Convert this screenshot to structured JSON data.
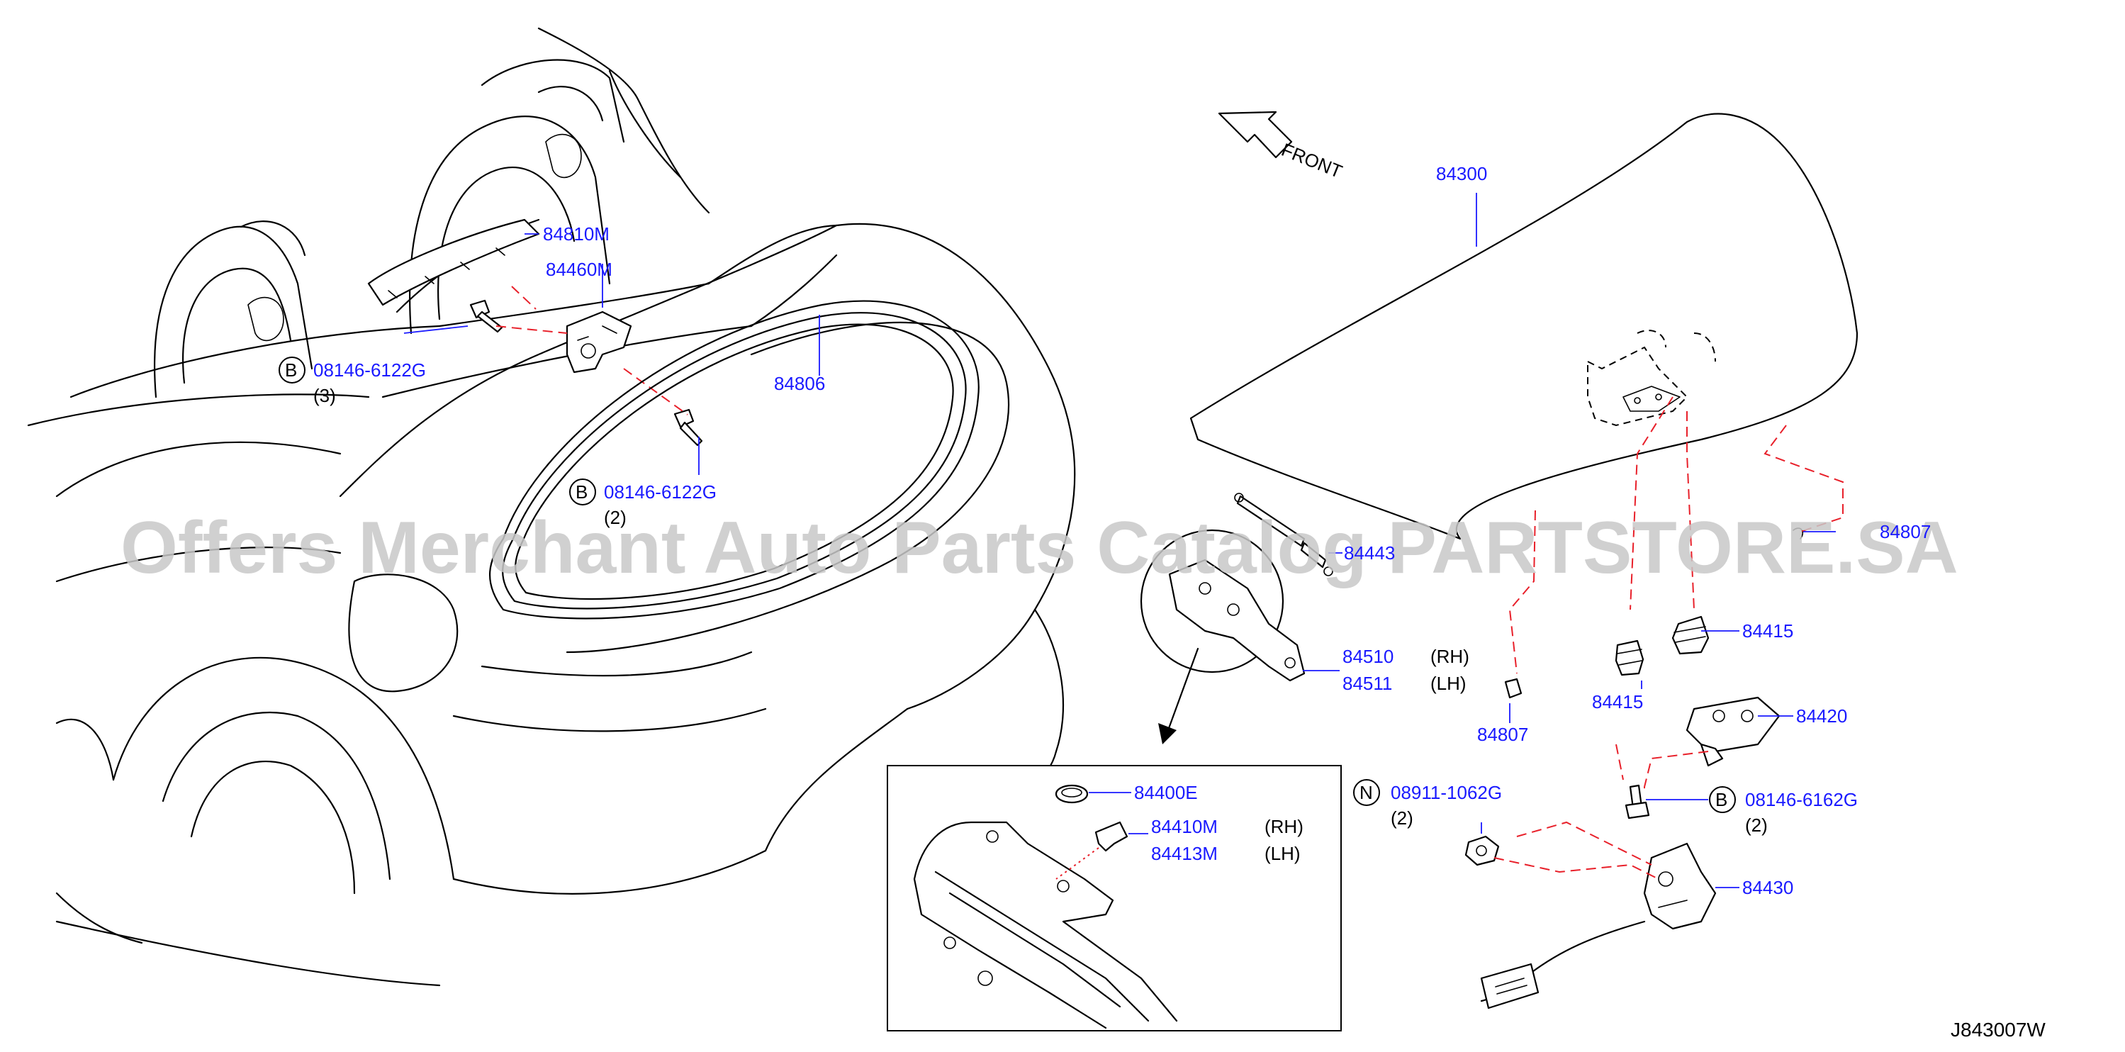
{
  "diagram_code": "J843007W",
  "front_label": "FRONT",
  "watermark": "Offers Merchant Auto Parts Catalog PARTSTORE.SA",
  "colors": {
    "label": "#1a1aff",
    "dash": "#e8202a",
    "line": "#000000",
    "watermark": "#c8c8c8"
  },
  "parts": {
    "p84300": "84300",
    "p84810M": "84810M",
    "p84460M": "84460M",
    "p84806": "84806",
    "bolt_top_circle": "B",
    "bolt_top_code": "08146-6122G",
    "bolt_top_qty": "(3)",
    "bolt_mid_circle": "B",
    "bolt_mid_code": "08146-6122G",
    "bolt_mid_qty": "(2)",
    "p84443": "84443",
    "p84510": "84510",
    "p84510_side": "(RH)",
    "p84511": "84511",
    "p84511_side": "(LH)",
    "p84807_top": "84807",
    "p84807_bottom": "84807",
    "p84415_right": "84415",
    "p84415_left": "84415",
    "p84420": "84420",
    "nut_circle": "N",
    "nut_code": "08911-1062G",
    "nut_qty": "(2)",
    "bolt_right_circle": "B",
    "bolt_right_code": "08146-6162G",
    "bolt_right_qty": "(2)",
    "p84430": "84430",
    "p84400E": "84400E",
    "p84410M": "84410M",
    "p84410M_side": "(RH)",
    "p84413M": "84413M",
    "p84413M_side": "(LH)"
  }
}
